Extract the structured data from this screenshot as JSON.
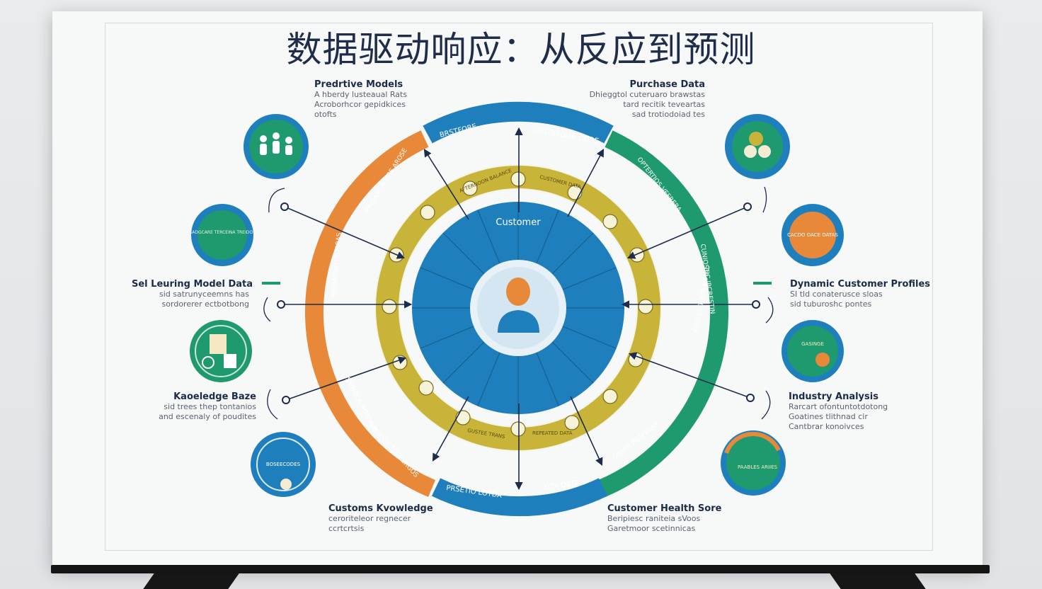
{
  "title": "数据驱动响应：从反应到预测",
  "colors": {
    "blue": "#1f7fbd",
    "green": "#1f9a6e",
    "orange": "#e8893a",
    "yellow": "#c9b43a",
    "navy": "#1d2c4d"
  },
  "center": {
    "label": "Customer",
    "icon": "person-icon"
  },
  "ring_outer_labels": [
    "BRSTFORE",
    "CUSTSTOMR DORE",
    "PRSETIO LOTDA",
    "DTA DATA"
  ],
  "outer_text_arcs": [
    "PREDOR ACERE AROSE",
    "PROMENATI TUBRAS",
    "SIRNOCA NOSSEDS",
    "SINRODA TOLDERGOS",
    "OPTERTIOS VEERERA",
    "CUNIOSTIC IBCRESTIN",
    "ESUESE TOUN NSTAL",
    "OTHER POTFERAS"
  ],
  "middle_text_arcs": [
    "AFTERNOON BALANCE",
    "CUSTOMER DATA",
    "REPEATED DATA",
    "GUSTEE TRANS"
  ],
  "callouts": [
    {
      "title": "Predrtive Models",
      "desc": [
        "A hberdy lusteaual Rats",
        "Acroborhcor gepidkices",
        "otofts"
      ]
    },
    {
      "title": "Purchase Data",
      "desc": [
        "Dhieggtol cuteruaro brawstas",
        "tard recitik teveartas",
        "sad trotiodoiad tes"
      ]
    },
    {
      "title": "Sel Leuring Model Data",
      "desc": [
        "sid satrunyceemns has",
        "sordorerer ectbotbong"
      ]
    },
    {
      "title": "Dynamic Customer Profiles",
      "desc": [
        "SI tld conaterusce sloas",
        "sid tuburoshc pontes"
      ]
    },
    {
      "title": "Kaoeledge Baze",
      "desc": [
        "sid trees thep tontanios",
        "and escenaly of poudites"
      ]
    },
    {
      "title": "Industry Analysis",
      "desc": [
        "Rarcart ofontuntotdotong",
        "Goatines tlithnad cir",
        "Cantbrar konoivces"
      ]
    },
    {
      "title": "Customs Kvowledge",
      "desc": [
        "ceroriteleor regnecer",
        "ccrtcrtsis"
      ]
    },
    {
      "title": "Customer Health Sore",
      "desc": [
        "Beripiesc raniteia sVoos",
        "Garetmoor scetinnicas"
      ]
    }
  ],
  "icon_circles": [
    {
      "name": "team-icon",
      "label": ""
    },
    {
      "name": "chart-icon",
      "label": ""
    },
    {
      "name": "document-icon",
      "label": "BADGCARE TERCEINA TREIDOS"
    },
    {
      "name": "gear-icon",
      "label": "CACDO OACE DATAS"
    },
    {
      "name": "clipboard-icon",
      "label": ""
    },
    {
      "name": "analytics-icon",
      "label": "GASINGE"
    },
    {
      "name": "compass-icon",
      "label": "BOSEECODES"
    },
    {
      "name": "graph-icon",
      "label": "PAABLES ARIIES"
    }
  ]
}
